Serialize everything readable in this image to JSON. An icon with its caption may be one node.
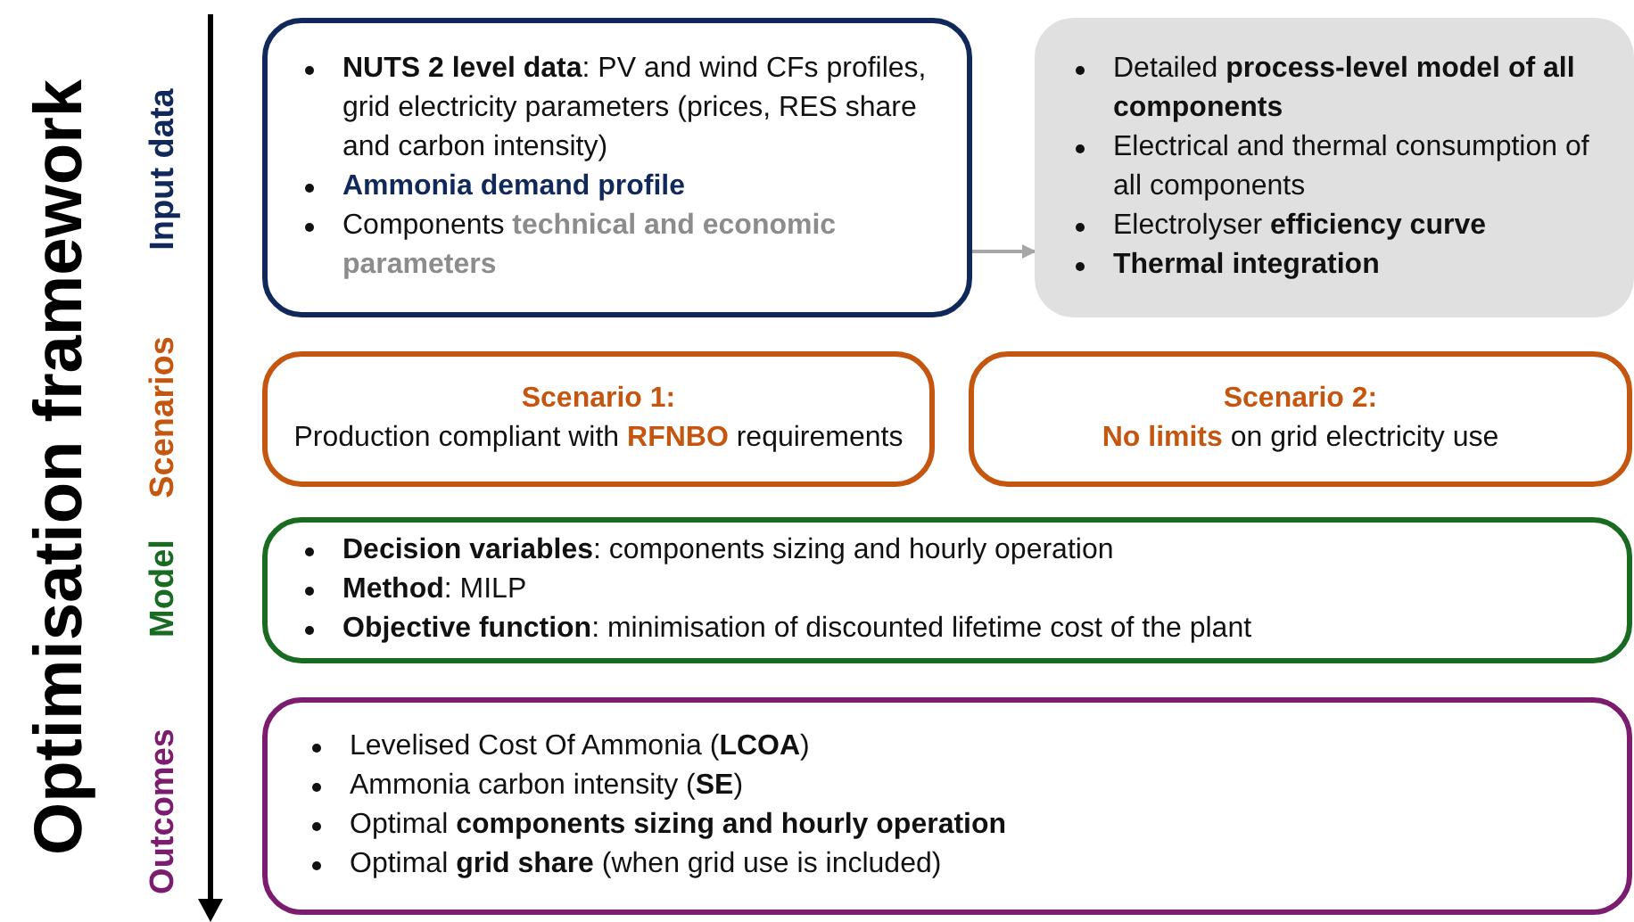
{
  "diagram": {
    "title": "Optimisation framework",
    "nodes": [
      {
        "text": [
          "**NUTS 2 level data**: PV and wind CFs profiles, grid electricity parameters (prices, RES share and carbon intensity)",
          "Ammonia demand profile",
          "Components **technical and economic parameters**"
        ]
      },
      {
        "text": [
          "Detailed **process-level model of all components**",
          "Electrical and thermal consumption of all components",
          "Electrolyser **efficiency curve**",
          "Thermal integration"
        ]
      },
      {
        "text": [
          "Scenario 1:",
          "Production compliant with **RFNBO** requirements"
        ]
      },
      {
        "text": [
          "Scenario 2:",
          "**No limits** on grid electricity use"
        ]
      },
      {
        "text": [
          "**Decision variables**: components sizing and hourly operation",
          "**Method**: MILP",
          "**Objective function**: minimisation of discounted lifetime cost of the plant"
        ]
      },
      {
        "text": [
          "Levelised Cost Of Ammonia (**LCOA**)",
          "Ammonia carbon intensity (**SE**)",
          "Optimal **components sizing and hourly operation**",
          "Optimal **grid share** (when grid use is included)"
        ]
      }
    ],
    "edges": [
      {
        "from": 0,
        "to": 1,
        "arrow": "to"
      }
    ],
    "labels": [
      "Input data",
      "Scenarios",
      "Model",
      "Outcomes"
    ]
  }
}
